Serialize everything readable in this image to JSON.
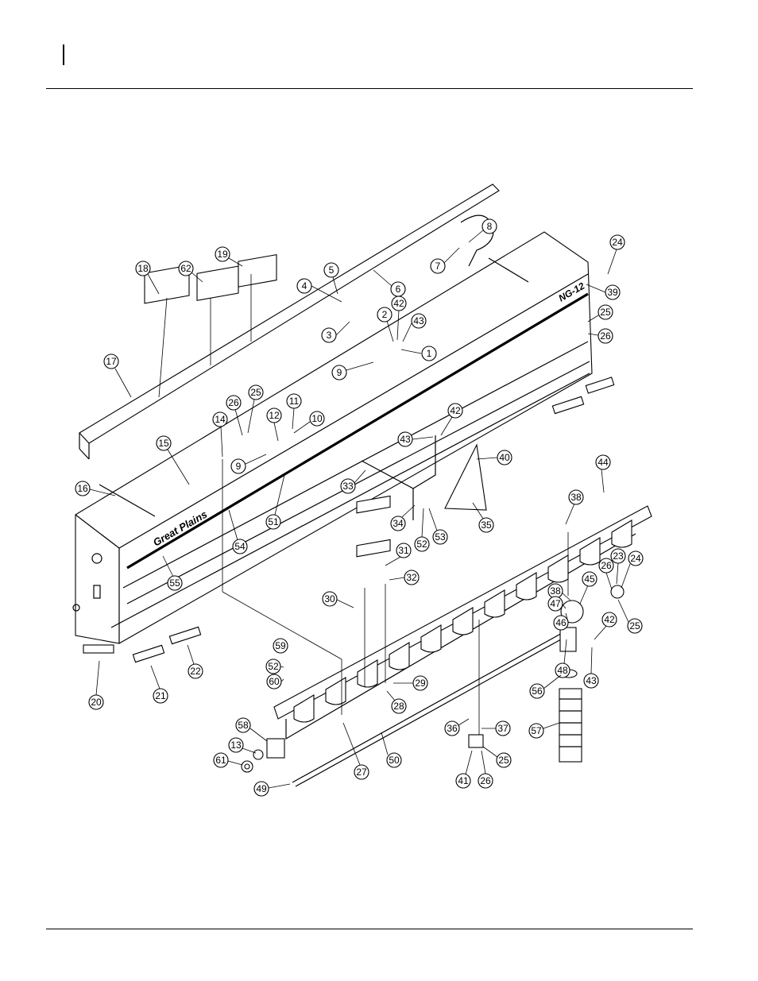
{
  "header": {
    "page_mark": "|"
  },
  "brand_label": "Great Plains",
  "model_label": "NG-12",
  "callouts": [
    "1",
    "2",
    "3",
    "4",
    "5",
    "6",
    "7",
    "8",
    "9",
    "9",
    "10",
    "11",
    "12",
    "13",
    "14",
    "15",
    "16",
    "17",
    "18",
    "19",
    "20",
    "21",
    "22",
    "23",
    "24",
    "24",
    "25",
    "25",
    "25",
    "25",
    "26",
    "26",
    "26",
    "26",
    "27",
    "28",
    "29",
    "30",
    "31",
    "32",
    "33",
    "34",
    "35",
    "36",
    "37",
    "38",
    "38",
    "39",
    "40",
    "41",
    "42",
    "42",
    "42",
    "43",
    "43",
    "43",
    "44",
    "45",
    "46",
    "47",
    "48",
    "49",
    "50",
    "51",
    "52",
    "52",
    "53",
    "54",
    "55",
    "56",
    "57",
    "58",
    "59",
    "60",
    "61",
    "62"
  ]
}
